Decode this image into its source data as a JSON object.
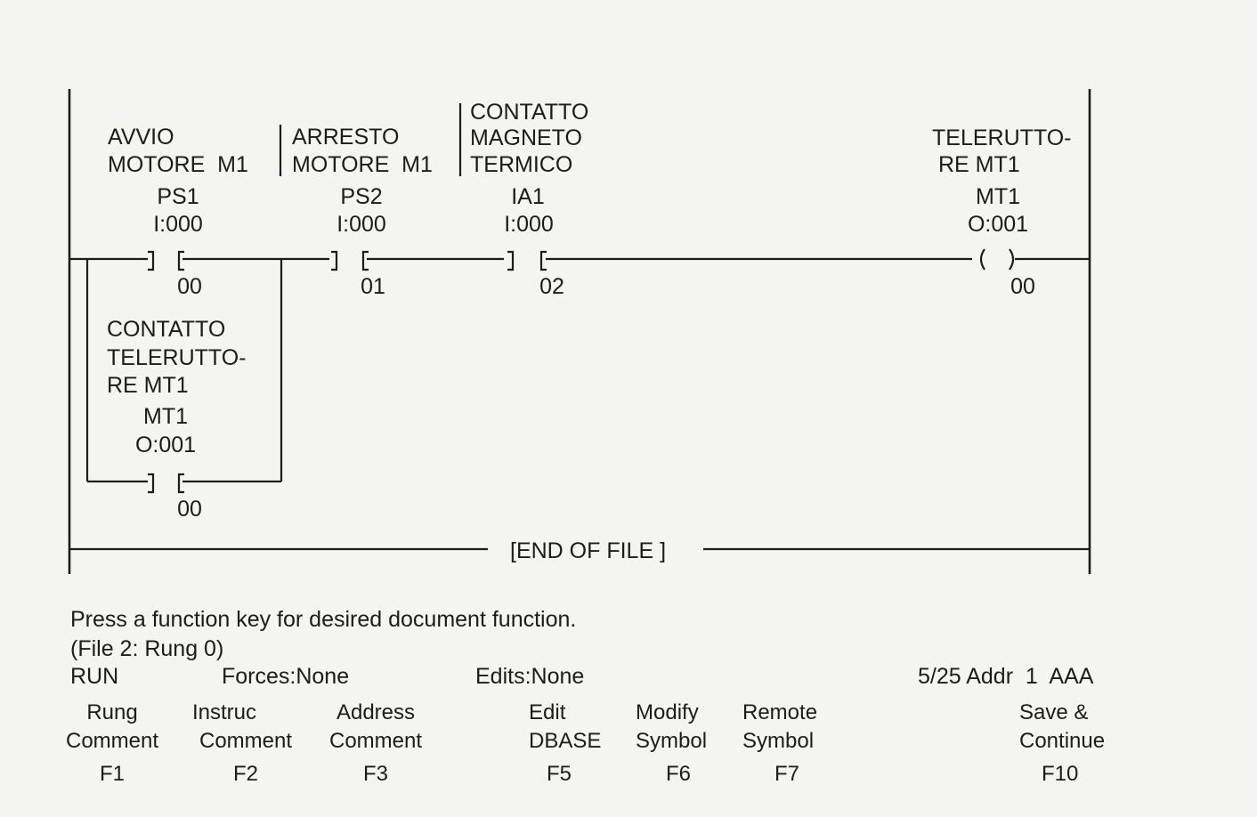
{
  "ladder": {
    "rung0": {
      "contacts": [
        {
          "desc": [
            "AVVIO",
            "MOTORE  M1"
          ],
          "symbol": "PS1",
          "address": "I:000",
          "bit": "00",
          "type": "XIC"
        },
        {
          "desc": [
            "ARRESTO",
            "MOTORE  M1"
          ],
          "symbol": "PS2",
          "address": "I:000",
          "bit": "01",
          "type": "XIC"
        },
        {
          "desc": [
            "CONTATTO",
            "MAGNETO",
            "TERMICO"
          ],
          "symbol": "IA1",
          "address": "I:000",
          "bit": "02",
          "type": "XIC"
        }
      ],
      "branch_contact": {
        "desc": [
          "CONTATTO",
          "TELERUTTO-",
          "RE MT1"
        ],
        "symbol": "MT1",
        "address": "O:001",
        "bit": "00",
        "type": "XIC"
      },
      "coil": {
        "desc": [
          "TELERUTTO-",
          "RE MT1"
        ],
        "symbol": "MT1",
        "address": "O:001",
        "bit": "00",
        "type": "OTE"
      }
    },
    "end_of_file": "[END OF FILE ]"
  },
  "status": {
    "prompt": "Press a function key for desired document function.",
    "location": "(File 2: Rung 0)",
    "mode": "RUN",
    "forces": "Forces:None",
    "edits": "Edits:None",
    "addr_info": "5/25 Addr  1  AAA"
  },
  "function_keys": [
    {
      "line1": "Rung",
      "line2": "Comment",
      "key": "F1"
    },
    {
      "line1": "Instruc",
      "line2": "Comment",
      "key": "F2"
    },
    {
      "line1": "Address",
      "line2": "Comment",
      "key": "F3"
    },
    {
      "line1": "Edit",
      "line2": "DBASE",
      "key": "F5"
    },
    {
      "line1": "Modify",
      "line2": "Symbol",
      "key": "F6"
    },
    {
      "line1": "Remote",
      "line2": "Symbol",
      "key": "F7"
    },
    {
      "line1": "Save &",
      "line2": "Continue",
      "key": "F10"
    }
  ]
}
